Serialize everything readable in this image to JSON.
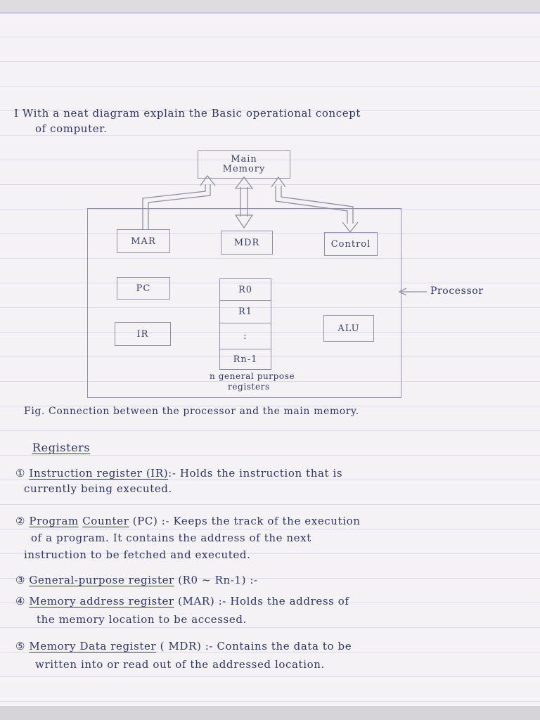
{
  "question": {
    "line1": "Ⅰ With  a   neat  diagram  explain  the  Basic  operational  concept",
    "line2": "of    computer."
  },
  "diagram": {
    "main_memory": [
      "Main",
      "Memory"
    ],
    "mar": "MAR",
    "mdr": "MDR",
    "control": "Control",
    "pc": "PC",
    "ir": "IR",
    "alu": "ALU",
    "r0": "R0",
    "r1": "R1",
    "dots": ":",
    "rn1": "Rn-1",
    "processor_label": "Processor",
    "registers_caption": [
      "n general purpose",
      "registers"
    ]
  },
  "caption": "Fig.  Connection  between   the   processor  and  the   main  memory.",
  "section_title": "Registers",
  "items": [
    {
      "lead": "① ",
      "title": "Instruction register (IR)",
      "text": ":-  Holds   the   instruction  that  is",
      "cont": [
        "currently   being   executed."
      ]
    },
    {
      "lead": "② ",
      "title": "Program",
      "title2": "Counter",
      "text": "(PC) :-  Keeps  the   track  of  the  execution",
      "cont": [
        "of  a   program.  It   contains   the   address  of  the   next",
        "instruction   to   be   fetched   and   executed."
      ]
    },
    {
      "lead": "③ ",
      "title": "General-purpose register",
      "text": "(R0 ~ Rn-1) :-",
      "cont": []
    },
    {
      "lead": "④ ",
      "title": "Memory address register",
      "text": "(MAR) :-  Holds  the   address  of",
      "cont": [
        "the   memory   location   to  be   accessed."
      ]
    },
    {
      "lead": "⑤ ",
      "title": "Memory Data register",
      "text": "( MDR) :- Contains  the  data  to  be",
      "cont": [
        "written  into    or   read   out  of  the  addressed  location."
      ]
    }
  ]
}
